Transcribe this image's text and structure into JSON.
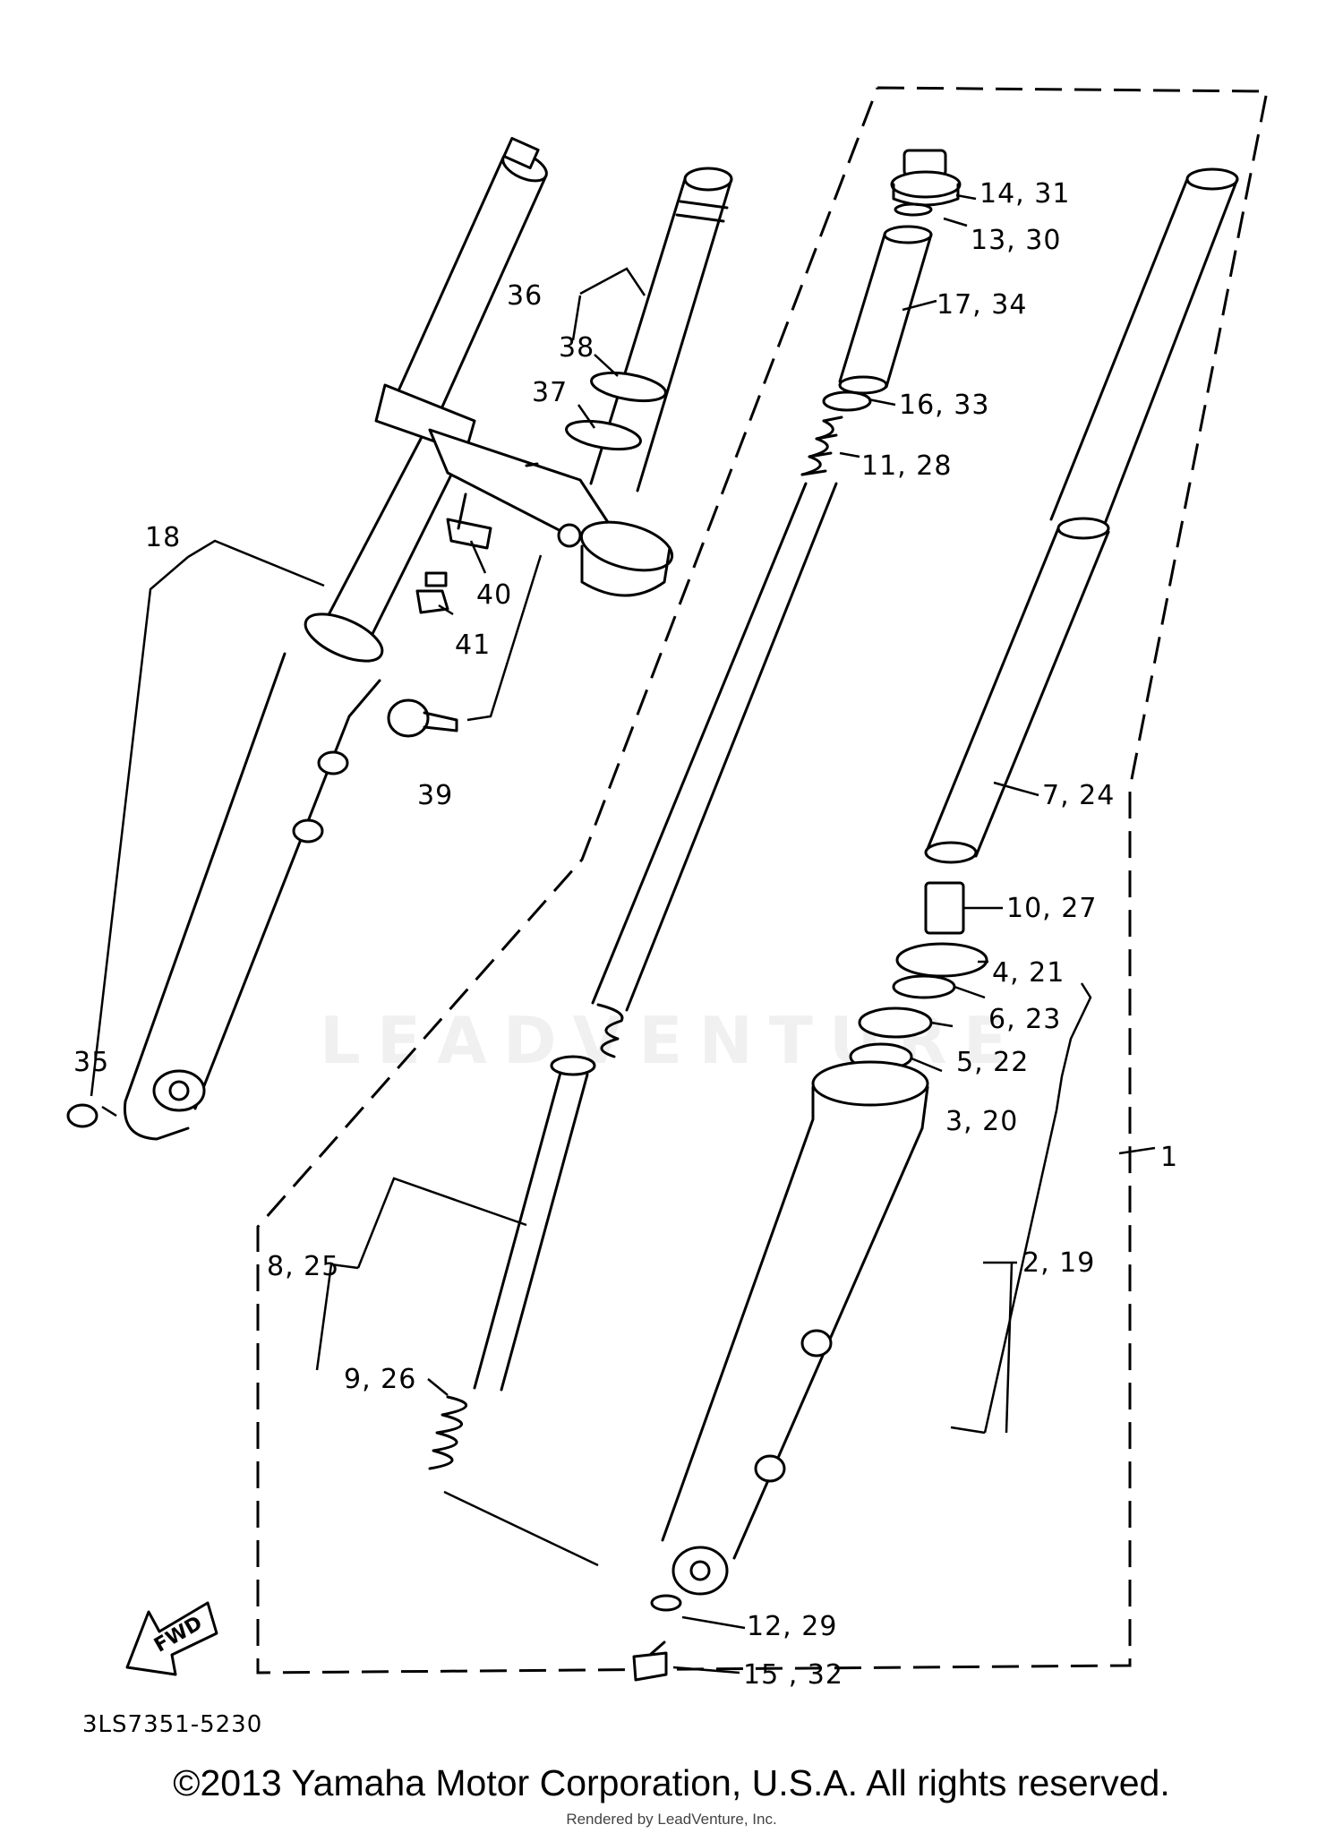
{
  "diagram": {
    "part_labels": {
      "p14_31": "14, 31",
      "p13_30": "13, 30",
      "p17_34": "17, 34",
      "p16_33": "16, 33",
      "p11_28": "11, 28",
      "p36": "36",
      "p38": "38",
      "p37": "37",
      "p18": "18",
      "p40": "40",
      "p41": "41",
      "p39": "39",
      "p7_24": "7, 24",
      "p10_27": "10, 27",
      "p4_21": "4, 21",
      "p6_23": "6, 23",
      "p5_22": "5, 22",
      "p3_20": "3, 20",
      "p1": "1",
      "p35": "35",
      "p2_19": "2, 19",
      "p8_25": "8, 25",
      "p9_26": "9, 26",
      "p12_29": "12, 29",
      "p15_32": "15 , 32"
    },
    "fwd_label": "FWD",
    "diagram_code": "3LS7351-5230"
  },
  "footer": {
    "copyright": "©2013 Yamaha Motor Corporation, U.S.A. All rights reserved.",
    "rendered_by": "Rendered by LeadVenture, Inc."
  },
  "watermark": {
    "text": "LEADVENTURE"
  }
}
